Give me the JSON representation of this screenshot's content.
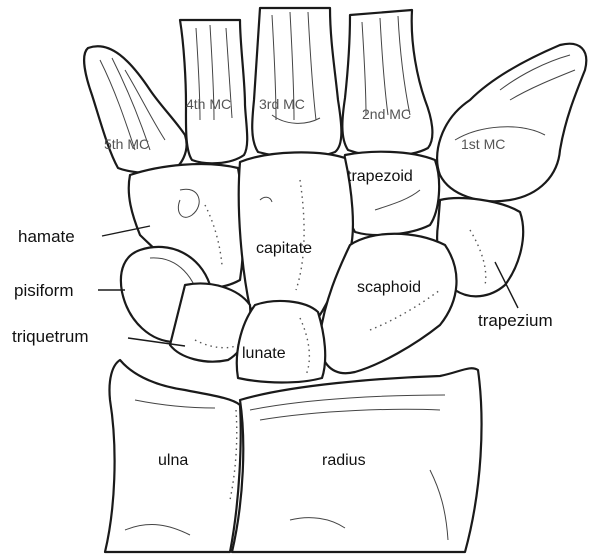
{
  "labels": {
    "mc5": "5th MC",
    "mc4": "4th MC",
    "mc3": "3rd MC",
    "mc2": "2nd MC",
    "mc1": "1st MC",
    "trapezoid": "trapezoid",
    "hamate": "hamate",
    "capitate": "capitate",
    "pisiform": "pisiform",
    "scaphoid": "scaphoid",
    "trapezium": "trapezium",
    "triquetrum": "triquetrum",
    "lunate": "lunate",
    "ulna": "ulna",
    "radius": "radius"
  },
  "colors": {
    "outline": "#1a1a1a",
    "background": "#ffffff"
  }
}
